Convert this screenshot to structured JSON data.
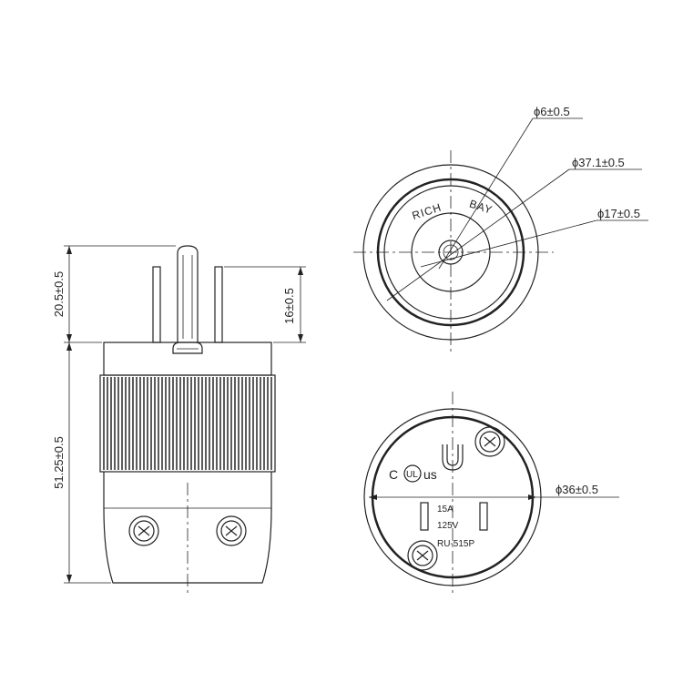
{
  "dimensions": {
    "prong_length": "20.5±0.5",
    "blade_length": "16±0.5",
    "body_length": "51.25±0.5",
    "pin_diameter": "ϕ6±0.5",
    "outer_diameter": "ϕ37.1±0.5",
    "inner_diameter": "ϕ17±0.5",
    "face_diameter": "ϕ36±0.5"
  },
  "face_text": {
    "brand_left": "RICH",
    "brand_right": "BAY",
    "rating_current": "15A",
    "rating_voltage": "125V",
    "model": "RU-515P",
    "cert_mark_c": "C",
    "cert_mark_us": "us",
    "cert_mark_ul": "UL"
  }
}
